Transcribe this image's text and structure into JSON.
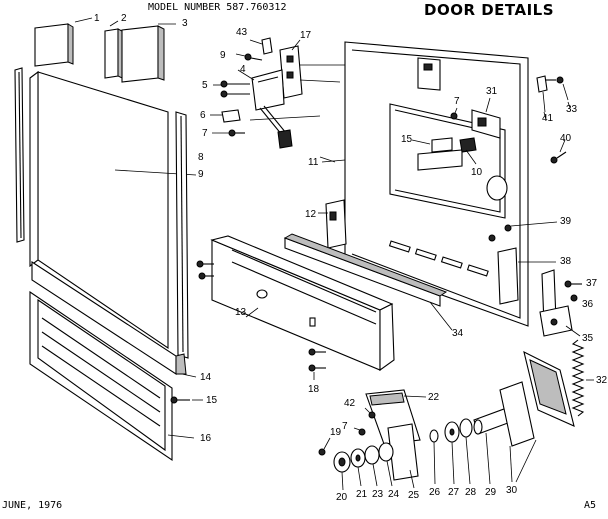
{
  "header": {
    "model_label": "MODEL NUMBER 587.760312",
    "title": "DOOR DETAILS"
  },
  "footer": {
    "date": "JUNE, 1976",
    "page_code": "A5"
  },
  "callouts": [
    "1",
    "2",
    "3",
    "43",
    "17",
    "4",
    "5",
    "6",
    "7",
    "8",
    "9",
    "7",
    "31",
    "15",
    "10",
    "11",
    "12",
    "13",
    "14",
    "15",
    "16",
    "18",
    "19",
    "20",
    "21",
    "23",
    "24",
    "25",
    "26",
    "27",
    "28",
    "29",
    "30",
    "22",
    "42",
    "7",
    "32",
    "33",
    "41",
    "40",
    "39",
    "38",
    "37",
    "36",
    "35",
    "34"
  ],
  "colors": {
    "ink": "#000000",
    "paper": "#ffffff",
    "shade": "#bdbdbd"
  }
}
